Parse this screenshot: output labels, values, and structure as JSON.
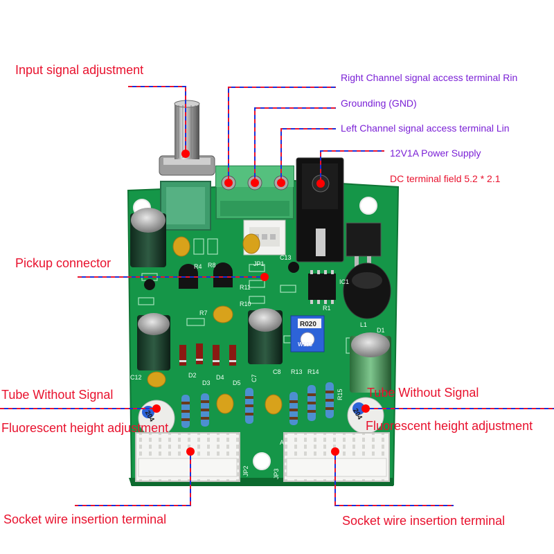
{
  "labels": {
    "input_signal": "Input signal adjustment",
    "right_channel": "Right Channel signal access terminal Rin",
    "grounding": "Grounding (GND)",
    "left_channel": "Left Channel signal access terminal Lin",
    "power_supply": "12V1A Power Supply",
    "dc_terminal": "DC terminal field 5.2 * 2.1",
    "pickup": "Pickup connector",
    "tube_left": "Tube Without Signal",
    "tube_right": "Tube Without Signal",
    "fluor_left": "Fluorescent height adjustment",
    "fluor_right": "Fluorescent height adjustment",
    "socket_left": "Socket wire insertion terminal",
    "socket_right": "Socket wire insertion terminal"
  },
  "board_silkscreen": {
    "jp1": "JP1",
    "jp2": "JP2",
    "jp3": "JP3",
    "r020": "R020",
    "w103": "W103",
    "a": "A",
    "c13": "C13",
    "c12": "C12",
    "ic1": "IC1",
    "l1": "L1",
    "d1": "D1",
    "r1": "R1",
    "r4": "R4",
    "r8": "R8",
    "r7": "R7",
    "r10": "R10",
    "r11": "R11",
    "r13": "R13",
    "r14": "R14",
    "r15": "R15",
    "c7": "C7",
    "c8": "C8",
    "d2": "D2",
    "d3": "D3",
    "d4": "D4",
    "d5": "D5",
    "p204_left": "204",
    "p204_right": "204"
  },
  "colors": {
    "label_red": "#e8112d",
    "label_purple": "#7a1fd6",
    "leader_blue": "#1a2fd8",
    "leader_red": "#e8112d",
    "pcb_green": "#169a4e",
    "marker_red": "#ff0000"
  }
}
